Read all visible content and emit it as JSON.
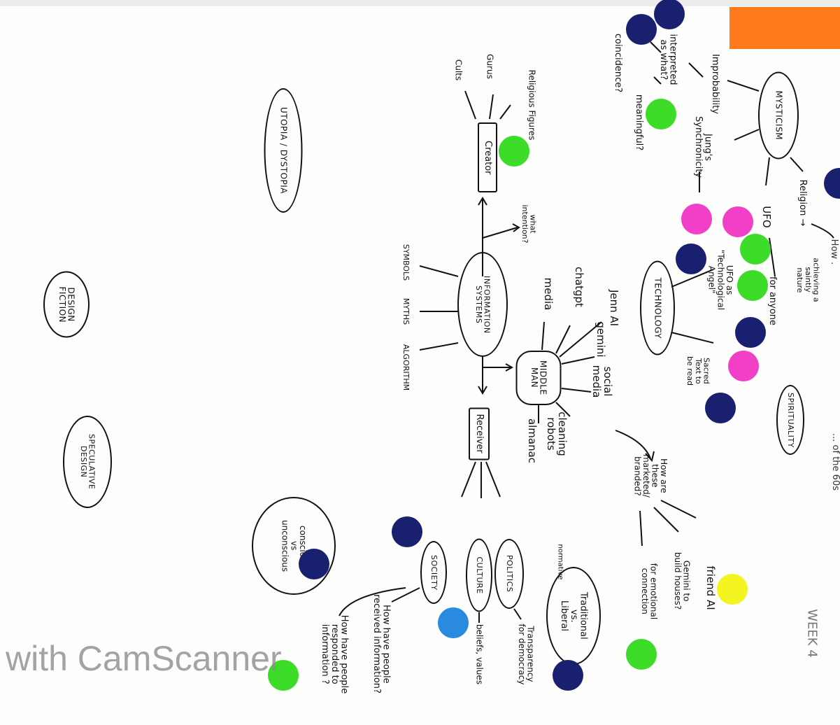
{
  "title": "Week 4 mind map",
  "colors": {
    "sticky": "#ff7a1a",
    "navy": "#1a2070",
    "green": "#3ddc28",
    "magenta": "#f23fc8",
    "yellow": "#f4f420",
    "light_blue": "#2a8ae0"
  },
  "nodes": {
    "mysticism": "MYSTICISM",
    "improbability": "Improbability",
    "jungs": "Jung's\nSynchronicity",
    "interpreted": "interpreted\nas what?",
    "coincidence": "coincidence?",
    "meaningful": "meaningful?",
    "religion": "Religion →",
    "saintly": "achieving a\nsaintly\nnature",
    "how_cut": "How .",
    "films_cut": "... of the 60s",
    "ufo": "UFO",
    "for_anyone": "for anyone",
    "ufo_angel": "UFO as\n\"Technological\nAngel\"",
    "technology": "TECHNOLOGY",
    "sacred_text": "Sacred\nText to\nbe read",
    "spirituality": "SPIRITUALITY",
    "creator": "Creator",
    "religious_figures": "Religious Figures",
    "gurus": "Gurus",
    "cults": "Cults",
    "what_intention": "what\nintention?",
    "utopia": "UTOPIA / DYSTOPIA",
    "information_systems": "INFORMATION\nSYSTEMS",
    "symbols": "SYMBOLS",
    "myths": "MYTHS",
    "algorithm": "ALGORITHM",
    "middle_man": "MIDDLE\nMAN",
    "media": "media",
    "chatgpt": "chatgpt",
    "jenn_ai": "Jenn AI",
    "gemini": "gemini",
    "social_media": "social\nmedia",
    "cleaning_robots": "cleaning\nrobots",
    "almanac": "almanac",
    "marketed": "How are\nthese\nmarketed/\nbranded?",
    "friend_ai": "friend AI",
    "gemini_houses": "Gemini to\nbuild houses?",
    "emotional": "for emotional\nconnection",
    "normative": "normative",
    "traditional": "Traditional\nvs.\nLiberal",
    "receiver": "Receiver",
    "politics": "POLITICS",
    "culture": "CULTURE",
    "society": "SOCIETY",
    "transparency": "Transparency\nfor democracy",
    "beliefs": "beliefs, values",
    "received_info": "How have people\nreceived information?",
    "responded_info": "How have people\nresponded to\ninformation ?",
    "conscious": "conscious\nvs\nunconscious",
    "design_fiction": "DESIGN\nFICTION",
    "speculative_design": "SPECULATIVE\nDESIGN",
    "week": "WEEK 4"
  },
  "watermark": "with CamScanner"
}
